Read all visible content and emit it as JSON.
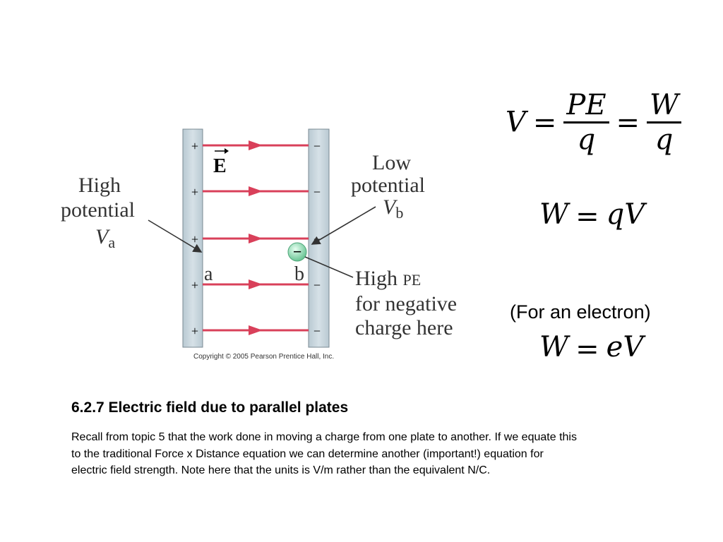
{
  "diagram": {
    "field_label": "E",
    "left_plate_sign": "+",
    "right_plate_sign": "−",
    "high_potential": [
      "High",
      "potential"
    ],
    "va_symbol": "V",
    "va_sub": "a",
    "low_potential": [
      "Low",
      "potential"
    ],
    "vb_symbol": "V",
    "vb_sub": "b",
    "point_a": "a",
    "point_b": "b",
    "electron_sign": "−",
    "high_pe": [
      "High ",
      "PE"
    ],
    "for_negative": "for negative",
    "charge_here": "charge here",
    "copyright": "Copyright © 2005 Pearson Prentice Hall, Inc.",
    "colors": {
      "plate": "#cfdbe2",
      "field_line": "#d9405a",
      "electron": "#7fd3a8"
    }
  },
  "equations": {
    "eq1": {
      "lhs": "V",
      "eq": "=",
      "num1": "PE",
      "den1": "q",
      "eq2": "=",
      "num2": "W",
      "den2": "q"
    },
    "eq2": {
      "lhs": "W",
      "eq": "=",
      "rhs": "qV"
    },
    "note": "(For an electron)",
    "eq3": {
      "lhs": "W",
      "eq": "=",
      "rhs": "eV"
    }
  },
  "heading": "6.2.7 Electric field due to parallel plates",
  "paragraph": [
    "Recall from topic 5 that the work done in moving a charge from one plate to another. If we equate this",
    "to the traditional Force x Distance equation we can determine another (important!) equation for",
    "electric field strength. Note here that the units is V/m rather than the equivalent N/C."
  ]
}
